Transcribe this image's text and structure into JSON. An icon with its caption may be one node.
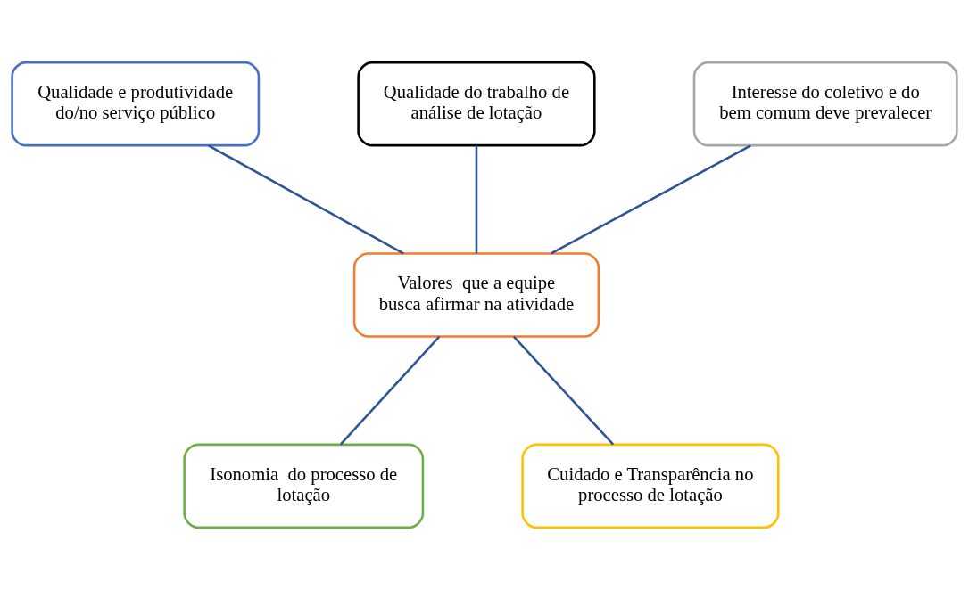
{
  "diagram": {
    "nodes": [
      {
        "text": [
          "Qualidade e produtividade do/no serviço público"
        ]
      },
      {
        "text": [
          "Qualidade do trabalho de análise de lotação"
        ]
      },
      {
        "text": [
          "Interesse do coletivo e do bem comum deve prevalecer"
        ]
      },
      {
        "text": [
          "Valores  que a equipe busca afirmar na atividade"
        ]
      },
      {
        "text": [
          "Isonomia  do processo de lotação"
        ]
      },
      {
        "text": [
          "Cuidado e Transparência no processo de lotação"
        ]
      }
    ],
    "edges": [
      {
        "from": 0,
        "to": 3,
        "arrow": "none"
      },
      {
        "from": 1,
        "to": 3,
        "arrow": "none"
      },
      {
        "from": 2,
        "to": 3,
        "arrow": "none"
      },
      {
        "from": 3,
        "to": 4,
        "arrow": "none"
      },
      {
        "from": 3,
        "to": 5,
        "arrow": "none"
      }
    ]
  }
}
